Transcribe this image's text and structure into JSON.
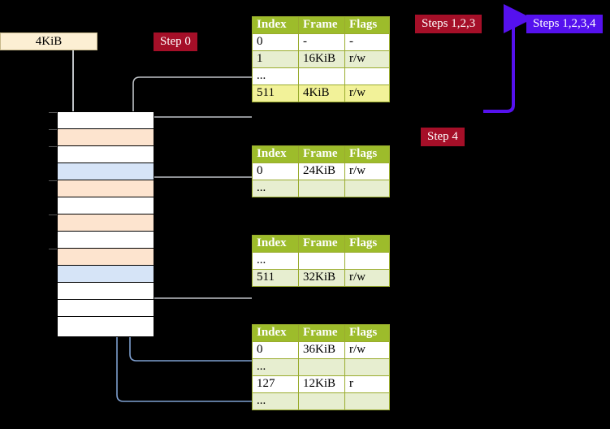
{
  "badges": {
    "step0": "Step 0",
    "steps123": "Steps 1,2,3",
    "steps1234": "Steps 1,2,3,4",
    "step4": "Step 4"
  },
  "memory": {
    "size_label": "4KiB",
    "rows": [
      {
        "fill": "white"
      },
      {
        "fill": "peach"
      },
      {
        "fill": "white"
      },
      {
        "fill": "blue"
      },
      {
        "fill": "peach"
      },
      {
        "fill": "white"
      },
      {
        "fill": "peach"
      },
      {
        "fill": "white"
      },
      {
        "fill": "peach"
      },
      {
        "fill": "blue"
      },
      {
        "fill": "white"
      },
      {
        "fill": "white"
      },
      {
        "fill": "white"
      }
    ]
  },
  "tables": {
    "headers": [
      "Index",
      "Frame",
      "Flags"
    ],
    "level4": {
      "rows": [
        {
          "cells": [
            "0",
            "-",
            "-"
          ],
          "style": "plain"
        },
        {
          "cells": [
            "1",
            "16KiB",
            "r/w"
          ],
          "style": "alt"
        },
        {
          "cells": [
            "...",
            "",
            ""
          ],
          "style": "plain"
        },
        {
          "cells": [
            "511",
            "4KiB",
            "r/w"
          ],
          "style": "hl"
        }
      ]
    },
    "level3": {
      "rows": [
        {
          "cells": [
            "0",
            "24KiB",
            "r/w"
          ],
          "style": "plain"
        },
        {
          "cells": [
            "...",
            "",
            ""
          ],
          "style": "alt"
        }
      ]
    },
    "level2": {
      "rows": [
        {
          "cells": [
            "...",
            "",
            ""
          ],
          "style": "plain"
        },
        {
          "cells": [
            "511",
            "32KiB",
            "r/w"
          ],
          "style": "alt"
        }
      ]
    },
    "level1": {
      "rows": [
        {
          "cells": [
            "0",
            "36KiB",
            "r/w"
          ],
          "style": "plain"
        },
        {
          "cells": [
            "...",
            "",
            ""
          ],
          "style": "alt"
        },
        {
          "cells": [
            "127",
            "12KiB",
            "r"
          ],
          "style": "plain"
        },
        {
          "cells": [
            "...",
            "",
            ""
          ],
          "style": "alt"
        }
      ]
    }
  },
  "colors": {
    "badge_red": "#a50f28",
    "badge_blue": "#5511ee",
    "table_header": "#9dbc2b",
    "table_alt_row": "#e7eed0",
    "highlight": "#f2f299",
    "mem_peach": "#fde4cf",
    "mem_blue": "#d6e4f7",
    "connector_gray": "#b8b8b8",
    "connector_blue": "#7e9fd0",
    "arrow_purple": "#5511ee"
  }
}
